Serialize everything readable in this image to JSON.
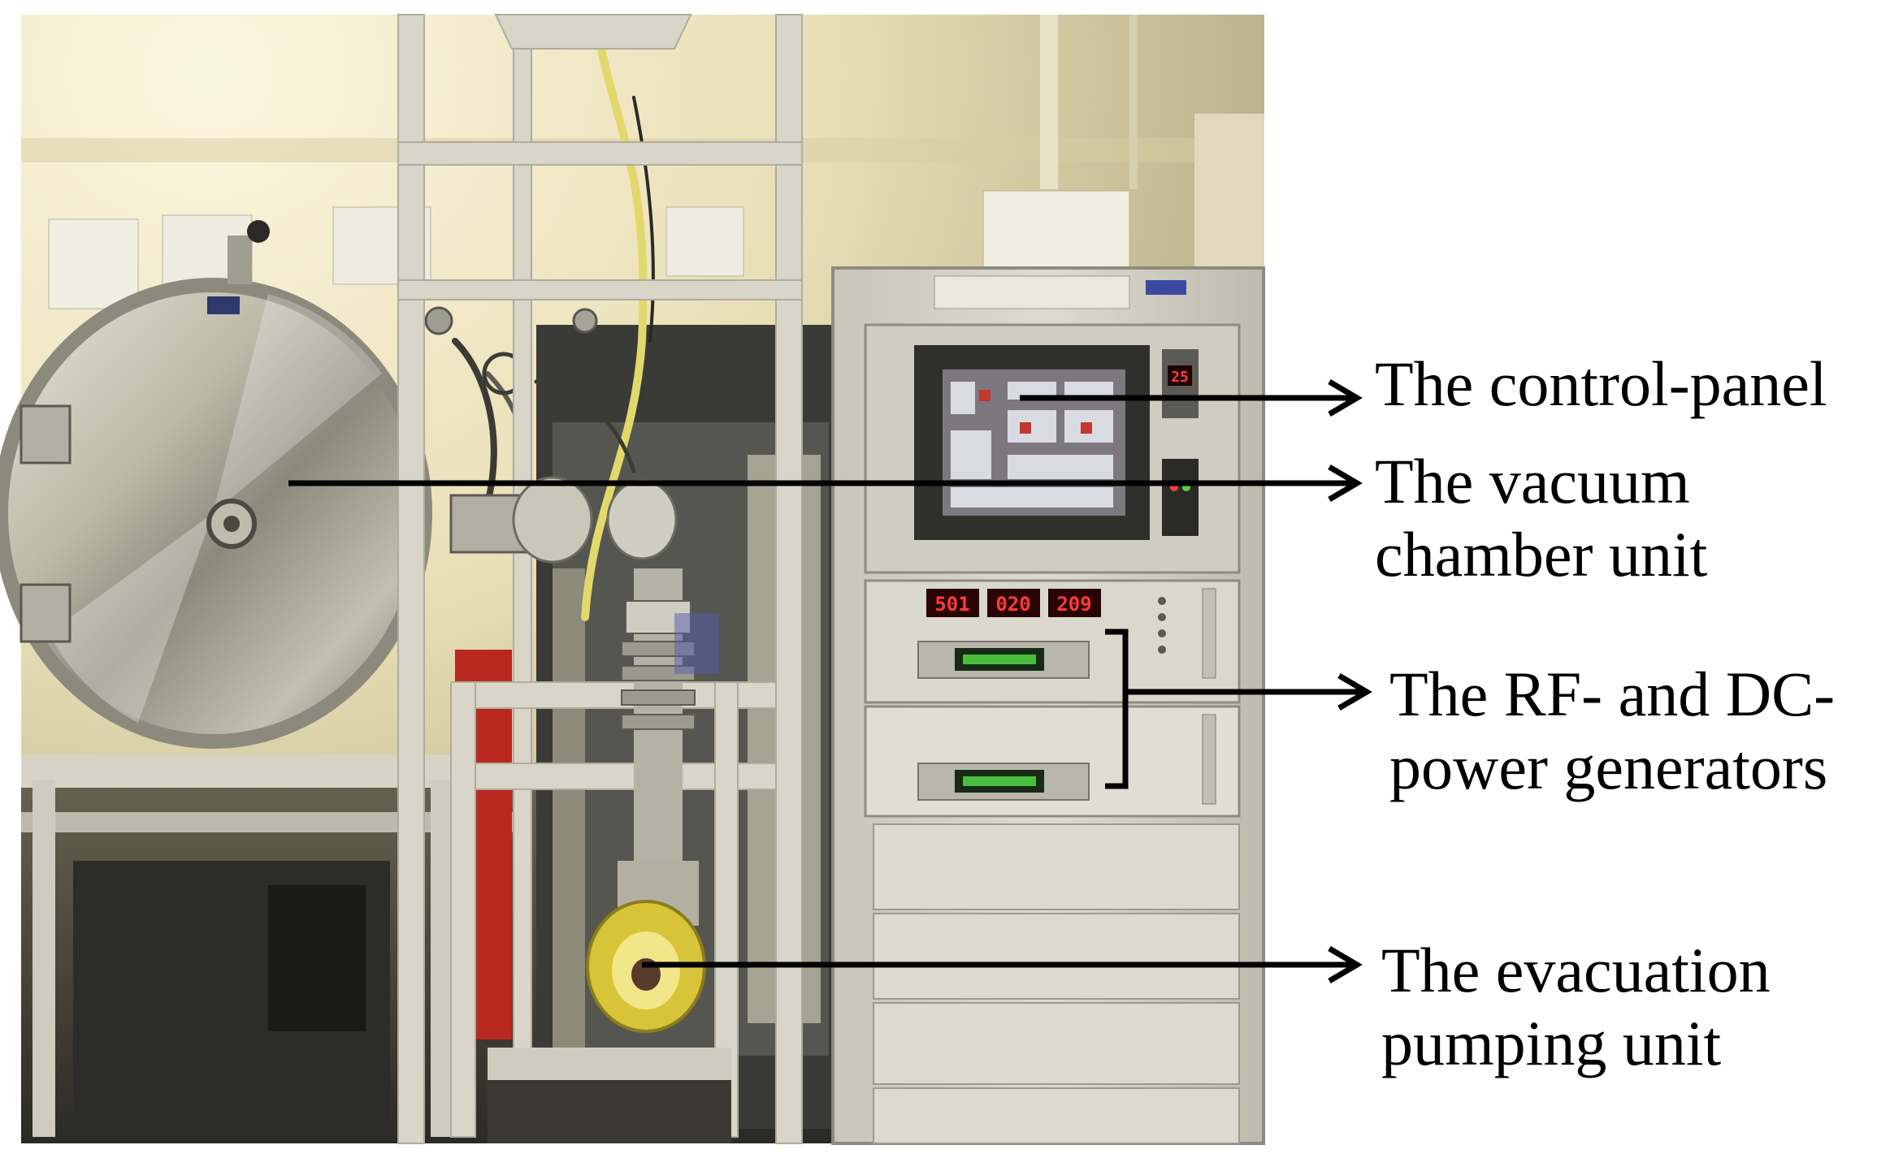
{
  "figure": {
    "colors": {
      "wall": "#e7ddb3",
      "steel": "#c9c7b8",
      "cabinet": "#d8d6cb",
      "arrow": "#000000",
      "display_red": "#ff3a3a",
      "pump_yellow": "#e0cc3a"
    },
    "displays": [
      "501",
      "020",
      "209",
      "25"
    ],
    "labels": {
      "control_panel": "The control-panel",
      "vacuum_chamber": [
        "The vacuum",
        "chamber unit"
      ],
      "power_generators": [
        "The RF- and DC-",
        "power generators"
      ],
      "evacuation_pump": [
        "The evacuation",
        "pumping unit"
      ]
    }
  }
}
